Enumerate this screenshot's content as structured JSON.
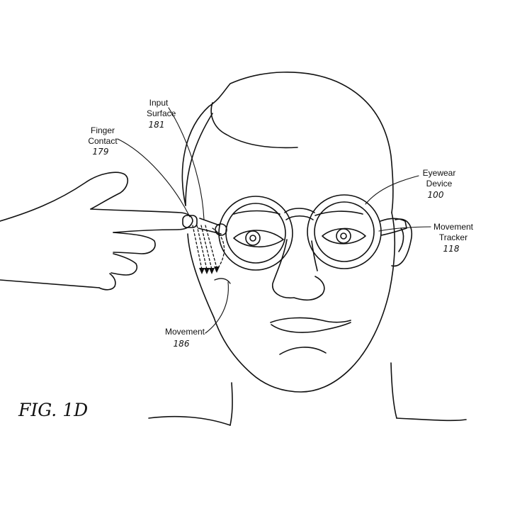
{
  "figure_label": "FIG. 1D",
  "callouts": {
    "input_surface": {
      "label_line1": "Input",
      "label_line2": "Surface",
      "number": "181"
    },
    "finger_contact": {
      "label_line1": "Finger",
      "label_line2": "Contact",
      "number": "179"
    },
    "eyewear_device": {
      "label_line1": "Eyewear",
      "label_line2": "Device",
      "number": "100"
    },
    "movement_tracker": {
      "label_line1": "Movement",
      "label_line2": "Tracker",
      "number": "118"
    },
    "movement": {
      "label_line1": "Movement",
      "number": "186"
    }
  },
  "colors": {
    "ink": "#111111",
    "background": "#ffffff"
  }
}
